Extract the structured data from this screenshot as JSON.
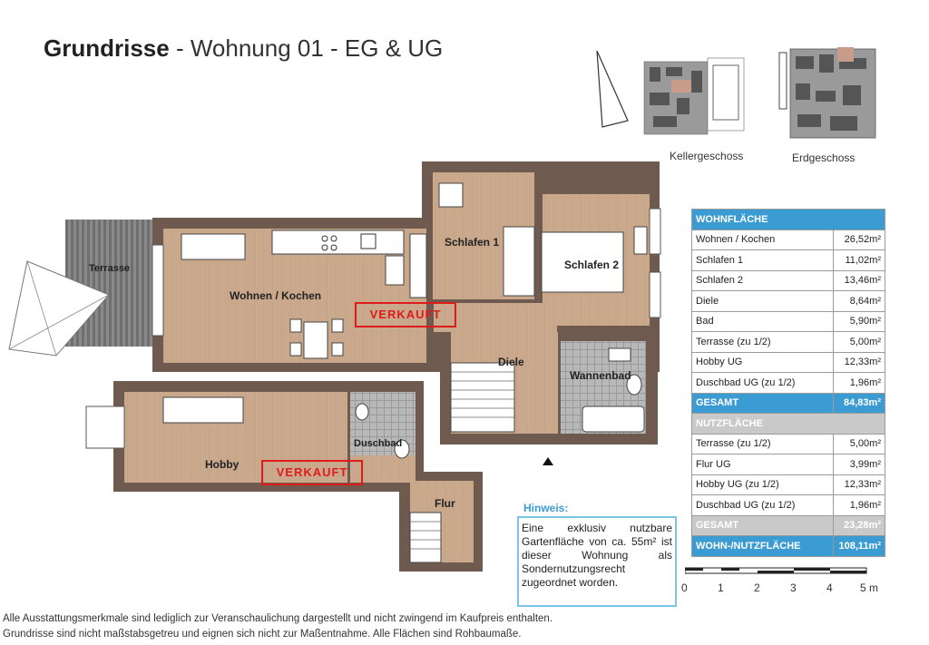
{
  "title": {
    "bold": "Grundrisse",
    "rest": " - Wohnung 01 - EG & UG"
  },
  "keyplans": {
    "basement_label": "Kellergeschoss",
    "ground_label": "Erdgeschoss"
  },
  "rooms": {
    "terrasse": "Terrasse",
    "wohnen": "Wohnen / Kochen",
    "schlafen1": "Schlafen 1",
    "schlafen2": "Schlafen 2",
    "diele": "Diele",
    "wannenbad": "Wannenbad",
    "hobby": "Hobby",
    "duschbad": "Duschbad",
    "flur": "Flur"
  },
  "sold_labels": {
    "upper": "VERKAUFT",
    "lower": "VERKAUFT"
  },
  "areas": {
    "wohnflaeche_header": "WOHNFLÄCHE",
    "wohn_rows": [
      {
        "name": "Wohnen / Kochen",
        "value": "26,52m²"
      },
      {
        "name": "Schlafen 1",
        "value": "11,02m²"
      },
      {
        "name": "Schlafen 2",
        "value": "13,46m²"
      },
      {
        "name": "Diele",
        "value": "8,64m²"
      },
      {
        "name": "Bad",
        "value": "5,90m²"
      },
      {
        "name": "Terrasse (zu 1/2)",
        "value": "5,00m²"
      },
      {
        "name": "Hobby UG",
        "value": "12,33m²"
      },
      {
        "name": "Duschbad UG (zu 1/2)",
        "value": "1,96m²"
      }
    ],
    "wohn_total": {
      "name": "GESAMT",
      "value": "84,83m²"
    },
    "nutzflaeche_header": "NUTZFLÄCHE",
    "nutz_rows": [
      {
        "name": "Terrasse (zu 1/2)",
        "value": "5,00m²"
      },
      {
        "name": "Flur UG",
        "value": "3,99m²"
      },
      {
        "name": "Hobby UG (zu 1/2)",
        "value": "12,33m²"
      },
      {
        "name": "Duschbad UG (zu 1/2)",
        "value": "1,96m²"
      }
    ],
    "nutz_total": {
      "name": "GESAMT",
      "value": "23,28m²"
    },
    "grand_total": {
      "name": "WOHN-/NUTZFLÄCHE",
      "value": "108,11m²"
    }
  },
  "note": {
    "title": "Hinweis:",
    "text": "Eine exklusiv nutzbare Gartenfläche von ca. 55m² ist dieser Wohnung als Sondernutzungsrecht zugeordnet worden."
  },
  "scale": {
    "ticks": [
      "0",
      "1",
      "2",
      "3",
      "4",
      "5 m"
    ]
  },
  "footer": {
    "line1": "Alle Ausstattungsmerkmale sind lediglich zur Veranschaulichung dargestellt und nicht zwingend im Kaufpreis enthalten.",
    "line2": "Grundrisse sind nicht maßstabsgetreu und eignen sich nicht zur Maßentnahme. Alle Flächen sind Rohbaumaße."
  },
  "colors": {
    "wall": "#6e5a4e",
    "floor": "#c9a88c",
    "accent_blue": "#3b9bd3",
    "sold_red": "#e01b1b"
  }
}
